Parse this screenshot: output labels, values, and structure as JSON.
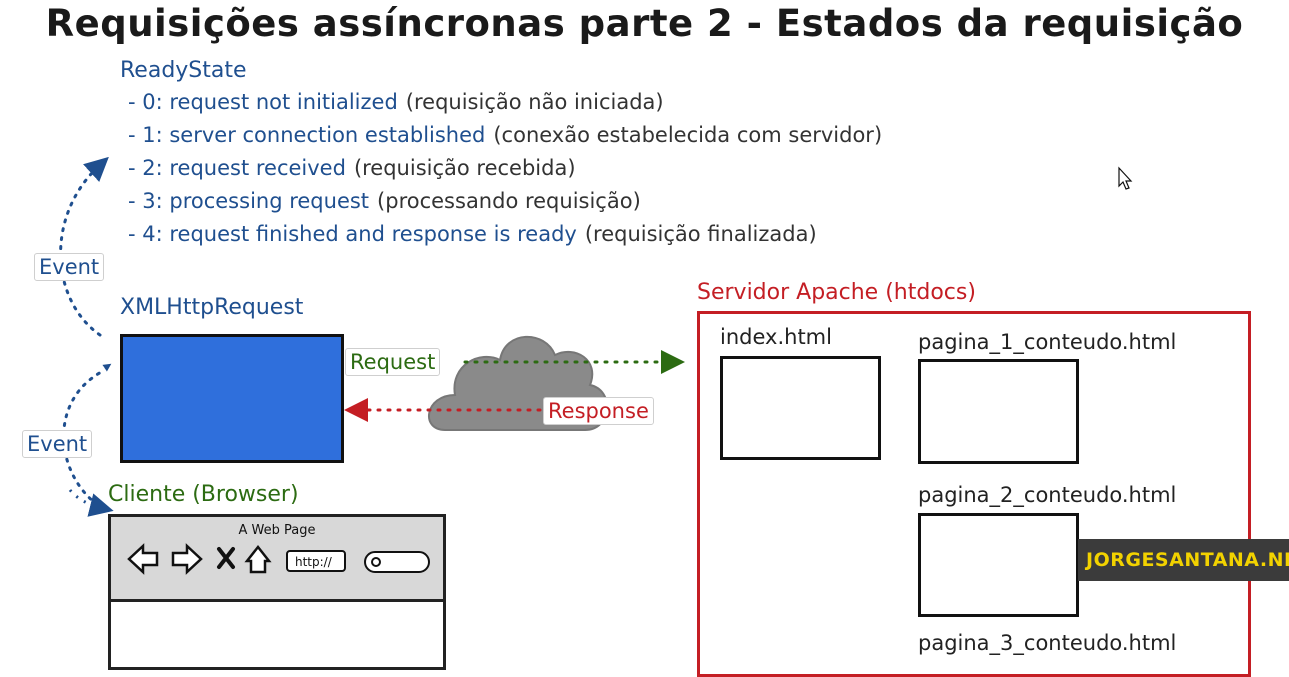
{
  "title": "Requisições assíncronas parte 2 - Estados da requisição",
  "ready_state": {
    "label": "ReadyState",
    "states": [
      {
        "en": "- 0: request not initialized",
        "pt": "(requisição não iniciada)"
      },
      {
        "en": "- 1: server connection established",
        "pt": "(conexão estabelecida com servidor)"
      },
      {
        "en": "- 2: request received",
        "pt": "(requisição recebida)"
      },
      {
        "en": "- 3: processing request",
        "pt": "(processando requisição)"
      },
      {
        "en": "- 4: request finished and response is ready",
        "pt": "(requisição finalizada)"
      }
    ]
  },
  "event_labels": {
    "top": "Event",
    "bottom": "Event"
  },
  "xhr": {
    "title": "XMLHttpRequest"
  },
  "arrows": {
    "request": "Request",
    "response": "Response"
  },
  "client": {
    "title": "Cliente (Browser)",
    "page_title": "A Web Page",
    "url_text": "http://"
  },
  "server": {
    "title": "Servidor Apache (htdocs)",
    "files": [
      "index.html",
      "pagina_1_conteudo.html",
      "pagina_2_conteudo.html",
      "pagina_3_conteudo.html"
    ]
  },
  "watermark": "JORGESANTANA.NET",
  "colors": {
    "blue_text": "#1f4f8f",
    "xhr_fill": "#2f6fdc",
    "request_green": "#2c6b12",
    "response_red": "#c41e24",
    "cloud_gray": "#8a8a8a",
    "watermark_yellow": "#f2d200"
  }
}
